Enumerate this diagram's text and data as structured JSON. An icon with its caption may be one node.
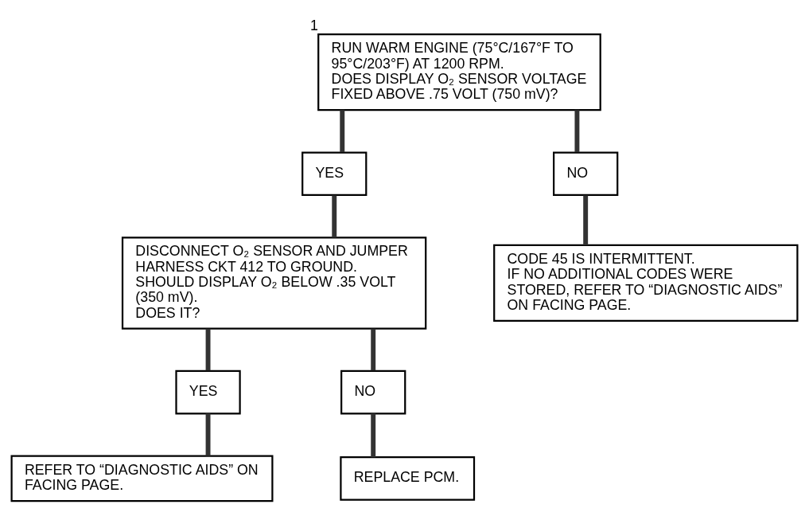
{
  "diagram": {
    "nodes": [
      {
        "text": [
          "RUN WARM ENGINE (75°C/167°F TO 95°C/203°F) AT 1200 RPM.",
          "DOES DISPLAY O₂ SENSOR VOLTAGE FIXED ABOVE .75 VOLT (750 mV)?"
        ],
        "beside": [
          "1"
        ]
      },
      {
        "text": [
          "YES"
        ]
      },
      {
        "text": [
          "NO"
        ]
      },
      {
        "text": [
          "DISCONNECT O₂ SENSOR AND JUMPER HARNESS CKT 412 TO GROUND.",
          "SHOULD DISPLAY O₂ BELOW .35 VOLT (350 mV).",
          "DOES IT?"
        ]
      },
      {
        "text": [
          "CODE 45 IS INTERMITTENT.",
          "IF NO ADDITIONAL CODES WERE STORED, REFER TO “DIAGNOSTIC AIDS” ON FACING PAGE."
        ]
      },
      {
        "text": [
          "YES"
        ]
      },
      {
        "text": [
          "NO"
        ]
      },
      {
        "text": [
          "REFER TO “DIAGNOSTIC AIDS” ON FACING PAGE."
        ]
      },
      {
        "text": [
          "REPLACE PCM."
        ]
      }
    ],
    "edges": [
      {
        "from": 0,
        "to": 1,
        "arrow": "none"
      },
      {
        "from": 0,
        "to": 2,
        "arrow": "none"
      },
      {
        "from": 1,
        "to": 3,
        "arrow": "none"
      },
      {
        "from": 2,
        "to": 4,
        "arrow": "none"
      },
      {
        "from": 3,
        "to": 5,
        "arrow": "none"
      },
      {
        "from": 3,
        "to": 6,
        "arrow": "none"
      },
      {
        "from": 5,
        "to": 7,
        "arrow": "none"
      },
      {
        "from": 6,
        "to": 8,
        "arrow": "none"
      }
    ]
  }
}
